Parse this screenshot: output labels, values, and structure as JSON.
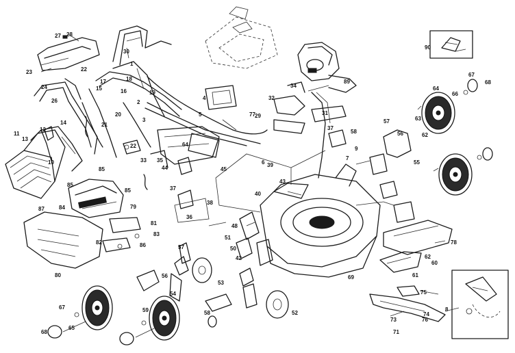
{
  "diagram": {
    "callouts": [
      {
        "id": "c-27",
        "text": "27"
      },
      {
        "id": "c-28",
        "text": "28"
      },
      {
        "id": "c-30",
        "text": "30"
      },
      {
        "id": "c-23",
        "text": "23"
      },
      {
        "id": "c-22",
        "text": "22"
      },
      {
        "id": "c-24",
        "text": "24"
      },
      {
        "id": "c-26",
        "text": "26"
      },
      {
        "id": "c-19",
        "text": "19"
      },
      {
        "id": "c-17",
        "text": "17"
      },
      {
        "id": "c-18",
        "text": "18"
      },
      {
        "id": "c-16",
        "text": "16"
      },
      {
        "id": "c-15",
        "text": "15"
      },
      {
        "id": "c-20",
        "text": "20"
      },
      {
        "id": "c-21",
        "text": "21"
      },
      {
        "id": "c-29",
        "text": "29"
      },
      {
        "id": "c-14",
        "text": "14"
      },
      {
        "id": "c-12",
        "text": "12"
      },
      {
        "id": "c-13",
        "text": "13"
      },
      {
        "id": "c-11",
        "text": "11"
      },
      {
        "id": "c-10",
        "text": "10"
      },
      {
        "id": "c-85a",
        "text": "85"
      },
      {
        "id": "c-22b",
        "text": "22"
      },
      {
        "id": "c-33",
        "text": "33"
      },
      {
        "id": "c-35",
        "text": "35"
      },
      {
        "id": "c-64a",
        "text": "64"
      },
      {
        "id": "c-44",
        "text": "44"
      },
      {
        "id": "c-45",
        "text": "45"
      },
      {
        "id": "c-85b",
        "text": "85"
      },
      {
        "id": "c-85c",
        "text": "85"
      },
      {
        "id": "c-87",
        "text": "87"
      },
      {
        "id": "c-84",
        "text": "84"
      },
      {
        "id": "c-79",
        "text": "79"
      },
      {
        "id": "c-81",
        "text": "81"
      },
      {
        "id": "c-83",
        "text": "83"
      },
      {
        "id": "c-82",
        "text": "82"
      },
      {
        "id": "c-86",
        "text": "86"
      },
      {
        "id": "c-80",
        "text": "80"
      },
      {
        "id": "c-37a",
        "text": "37"
      },
      {
        "id": "c-38",
        "text": "38"
      },
      {
        "id": "c-36",
        "text": "36"
      },
      {
        "id": "c-39",
        "text": "39"
      },
      {
        "id": "c-43",
        "text": "43"
      },
      {
        "id": "c-40",
        "text": "40"
      },
      {
        "id": "c-34",
        "text": "34"
      },
      {
        "id": "c-32",
        "text": "32"
      },
      {
        "id": "c-77",
        "text": "77"
      },
      {
        "id": "c-31",
        "text": "31"
      },
      {
        "id": "c-89",
        "text": "89"
      },
      {
        "id": "c-37b",
        "text": "37"
      },
      {
        "id": "c-58a",
        "text": "58"
      },
      {
        "id": "c-57a",
        "text": "57"
      },
      {
        "id": "c-9",
        "text": "9"
      },
      {
        "id": "c-56a",
        "text": "56"
      },
      {
        "id": "c-55",
        "text": "55"
      },
      {
        "id": "c-64b",
        "text": "64"
      },
      {
        "id": "c-66a",
        "text": "66"
      },
      {
        "id": "c-67a",
        "text": "67"
      },
      {
        "id": "c-68a",
        "text": "68"
      },
      {
        "id": "c-63a",
        "text": "63"
      },
      {
        "id": "c-62a",
        "text": "62"
      },
      {
        "id": "c-48",
        "text": "48"
      },
      {
        "id": "c-51",
        "text": "51"
      },
      {
        "id": "c-50",
        "text": "50"
      },
      {
        "id": "c-42",
        "text": "42"
      },
      {
        "id": "c-78",
        "text": "78"
      },
      {
        "id": "c-76",
        "text": "76"
      },
      {
        "id": "c-57b",
        "text": "57"
      },
      {
        "id": "c-56b",
        "text": "56"
      },
      {
        "id": "c-54",
        "text": "54"
      },
      {
        "id": "c-53",
        "text": "53"
      },
      {
        "id": "c-52",
        "text": "52"
      },
      {
        "id": "c-59a",
        "text": "59"
      },
      {
        "id": "c-58b",
        "text": "58"
      },
      {
        "id": "c-65a",
        "text": "65"
      },
      {
        "id": "c-67b",
        "text": "67"
      },
      {
        "id": "c-68b",
        "text": "68"
      },
      {
        "id": "c-61",
        "text": "61"
      },
      {
        "id": "c-60",
        "text": "60"
      },
      {
        "id": "c-69",
        "text": "69"
      },
      {
        "id": "c-62b",
        "text": "62"
      },
      {
        "id": "c-75",
        "text": "75"
      },
      {
        "id": "c-74",
        "text": "74"
      },
      {
        "id": "c-73",
        "text": "73"
      },
      {
        "id": "c-71",
        "text": "71"
      },
      {
        "id": "c-8",
        "text": "8"
      },
      {
        "id": "c-90",
        "text": "90"
      },
      {
        "id": "c-2",
        "text": "2"
      },
      {
        "id": "c-3",
        "text": "3"
      },
      {
        "id": "c-1",
        "text": "1"
      },
      {
        "id": "c-4",
        "text": "4"
      },
      {
        "id": "c-5",
        "text": "5"
      },
      {
        "id": "c-6",
        "text": "6"
      },
      {
        "id": "c-7",
        "text": "7"
      }
    ]
  }
}
